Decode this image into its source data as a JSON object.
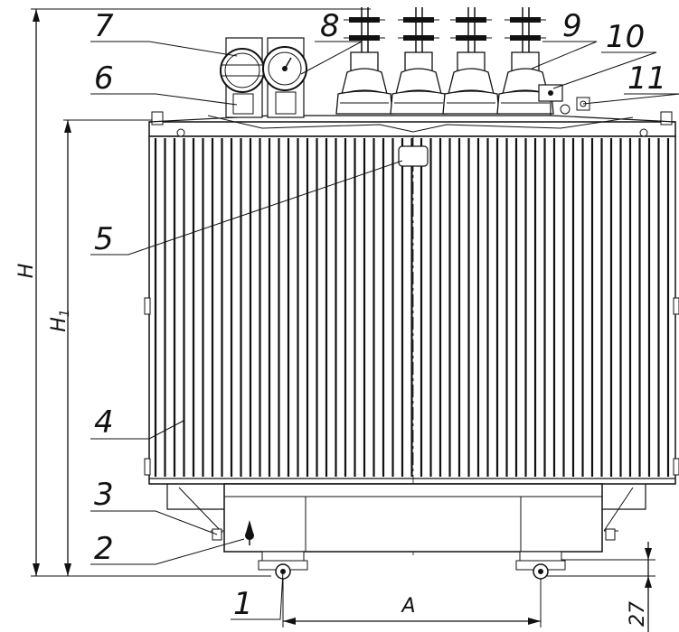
{
  "callouts": {
    "c1": "1",
    "c2": "2",
    "c3": "3",
    "c4": "4",
    "c5": "5",
    "c6": "6",
    "c7": "7",
    "c8": "8",
    "c9": "9",
    "c10": "10",
    "c11": "11"
  },
  "dimensions": {
    "height": "H",
    "tank_height_main": "H",
    "tank_height_sub": "1",
    "wheel_base": "A",
    "wheel_offset": "27"
  }
}
